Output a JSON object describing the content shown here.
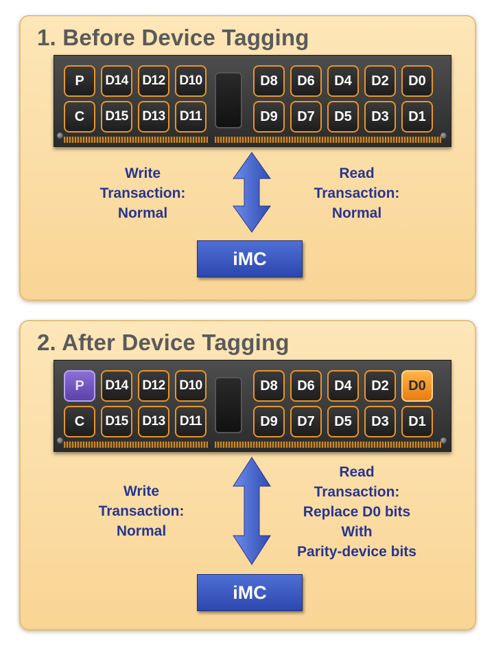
{
  "panels": [
    {
      "title": "1. Before Device Tagging",
      "top_row": [
        "P",
        "D14",
        "D12",
        "D10",
        "D8",
        "D6",
        "D4",
        "D2",
        "D0"
      ],
      "bottom_row": [
        "C",
        "D15",
        "D13",
        "D11",
        "D9",
        "D7",
        "D5",
        "D3",
        "D1"
      ],
      "write_caption": "Write\nTransaction:\nNormal",
      "read_caption": "Read\nTransaction:\nNormal",
      "controller": "iMC"
    },
    {
      "title": "2. After Device Tagging",
      "top_row": [
        "P",
        "D14",
        "D12",
        "D10",
        "D8",
        "D6",
        "D4",
        "D2",
        "D0"
      ],
      "bottom_row": [
        "C",
        "D15",
        "D13",
        "D11",
        "D9",
        "D7",
        "D5",
        "D3",
        "D1"
      ],
      "write_caption": "Write\nTransaction:\nNormal",
      "read_caption": "Read\nTransaction:\nReplace D0 bits\nWith\nParity-device bits",
      "controller": "iMC"
    }
  ],
  "colors": {
    "panel_bg": "#fbe0a8",
    "chip_border": "#e8962a",
    "parity_tagged": "#7b5fcf",
    "d0_tagged": "#f39a2a",
    "caption_text": "#27358f",
    "imc_bg": "#3a58c4"
  }
}
